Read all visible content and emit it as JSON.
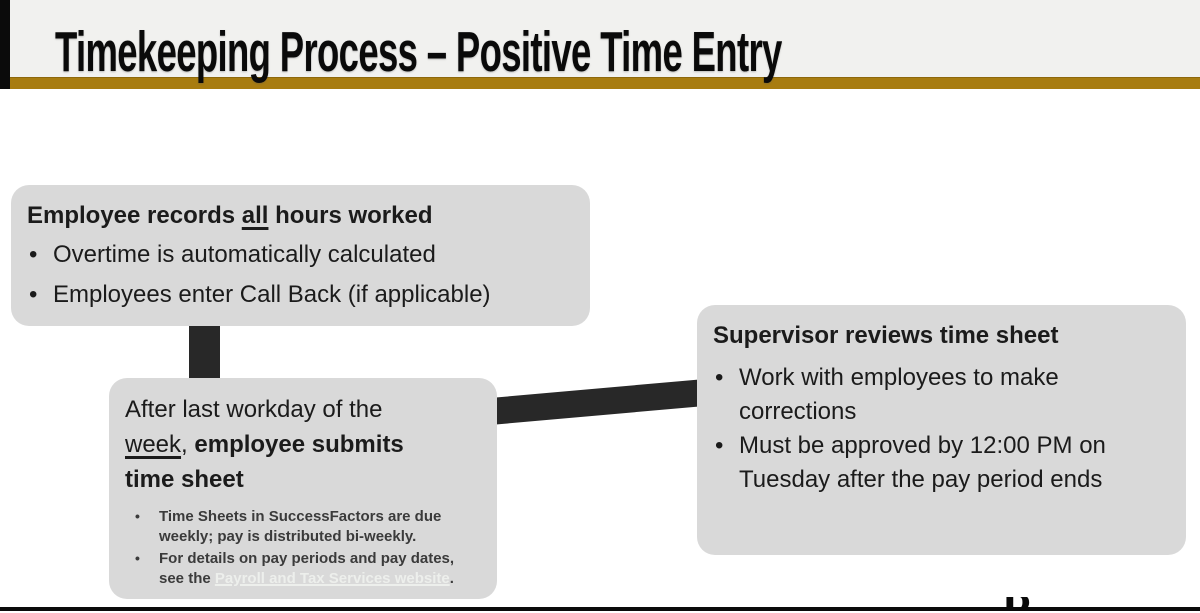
{
  "header": {
    "title": "Timekeeping Process – Positive Time Entry"
  },
  "colors": {
    "gold_divider": "#A87C10",
    "header_background": "#F1F1EF",
    "box_background": "#D9D9D9",
    "connector": "#282828",
    "link_text": "#EDEFEC",
    "edge_bars": "#0B0B0B"
  },
  "boxes": [
    {
      "id": "employee-records",
      "heading": {
        "pre": "Employee records ",
        "underlined": "all",
        "post": " hours worked"
      },
      "bullets": [
        "Overtime is automatically calculated",
        "Employees enter Call Back (if applicable)"
      ]
    },
    {
      "id": "employee-submits",
      "heading": {
        "pre": "After last workday of the ",
        "underlined": "week",
        "mid": ", ",
        "bold": "employee submits time sheet"
      },
      "sub_bullets": [
        {
          "text": "Time Sheets in SuccessFactors are due weekly; pay is distributed bi-weekly."
        },
        {
          "pre": "For details on pay periods and pay dates, see the ",
          "link": "Payroll and Tax Services website",
          "post": "."
        }
      ]
    },
    {
      "id": "supervisor-reviews",
      "heading": "Supervisor reviews time sheet",
      "bullets": [
        "Work with employees to make corrections",
        "Must be approved by 12:00 PM on Tuesday after the pay period ends"
      ]
    }
  ],
  "footer": {
    "partial_letter": "R"
  }
}
